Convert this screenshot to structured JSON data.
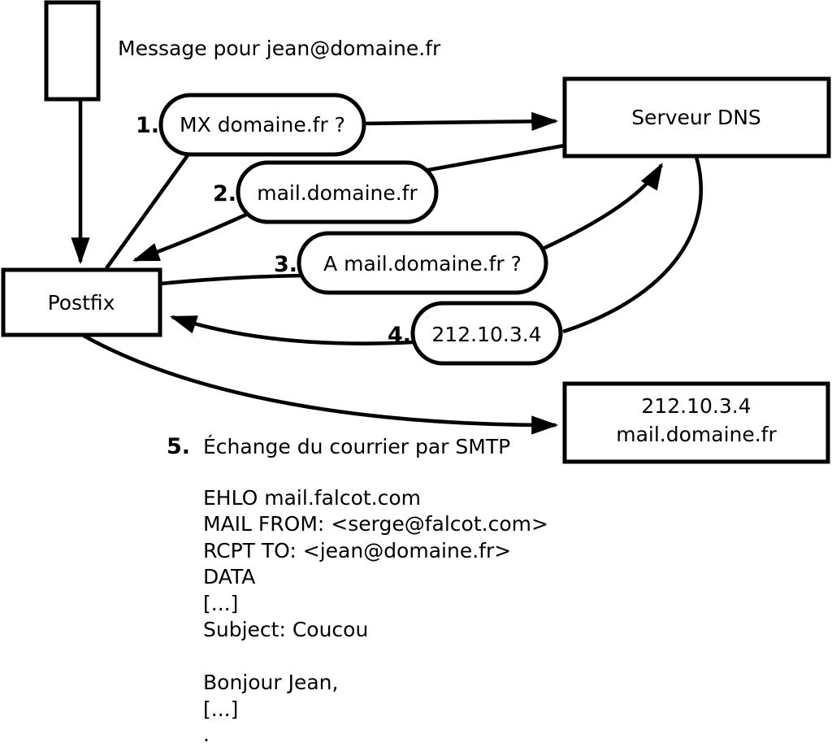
{
  "diagram": {
    "colors": {
      "background": "#ffffff",
      "stroke": "#000000",
      "text": "#000000"
    },
    "message_label": "Message pour jean@domaine.fr",
    "nodes": {
      "postfix": {
        "label": "Postfix"
      },
      "dns": {
        "label": "Serveur DNS"
      },
      "destination": {
        "line1": "212.10.3.4",
        "line2": "mail.domaine.fr"
      }
    },
    "steps": [
      {
        "number": "1.",
        "label": "MX domaine.fr ?"
      },
      {
        "number": "2.",
        "label": "mail.domaine.fr"
      },
      {
        "number": "3.",
        "label": "A mail.domaine.fr ?"
      },
      {
        "number": "4.",
        "label": "212.10.3.4"
      },
      {
        "number": "5.",
        "label": "Échange du courrier par SMTP"
      }
    ],
    "smtp_session": {
      "lines": [
        "EHLO mail.falcot.com",
        "MAIL FROM: <serge@falcot.com>",
        "RCPT TO: <jean@domaine.fr>",
        "DATA",
        "[...]",
        "Subject: Coucou",
        "",
        "Bonjour Jean,",
        "[...]",
        "."
      ]
    }
  }
}
